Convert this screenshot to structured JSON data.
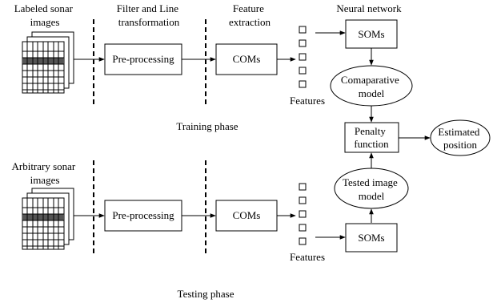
{
  "labels": {
    "labeled_sonar_1": "Labeled sonar",
    "labeled_sonar_2": "images",
    "filter_line_1": "Filter and Line",
    "filter_line_2": "transformation",
    "feature_extraction_1": "Feature",
    "feature_extraction_2": "extraction",
    "neural_network": "Neural network",
    "training_phase": "Training phase",
    "arbitrary_sonar_1": "Arbitrary sonar",
    "arbitrary_sonar_2": "images",
    "testing_phase": "Testing phase",
    "features": "Features"
  },
  "boxes": {
    "preprocessing": "Pre-processing",
    "coms": "COMs",
    "soms": "SOMs",
    "penalty_1": "Penalty",
    "penalty_2": "function"
  },
  "ellipses": {
    "comparative_1": "Comaparative",
    "comparative_2": "model",
    "tested_1": "Tested image",
    "tested_2": "model",
    "estimated_1": "Estimated",
    "estimated_2": "position"
  }
}
